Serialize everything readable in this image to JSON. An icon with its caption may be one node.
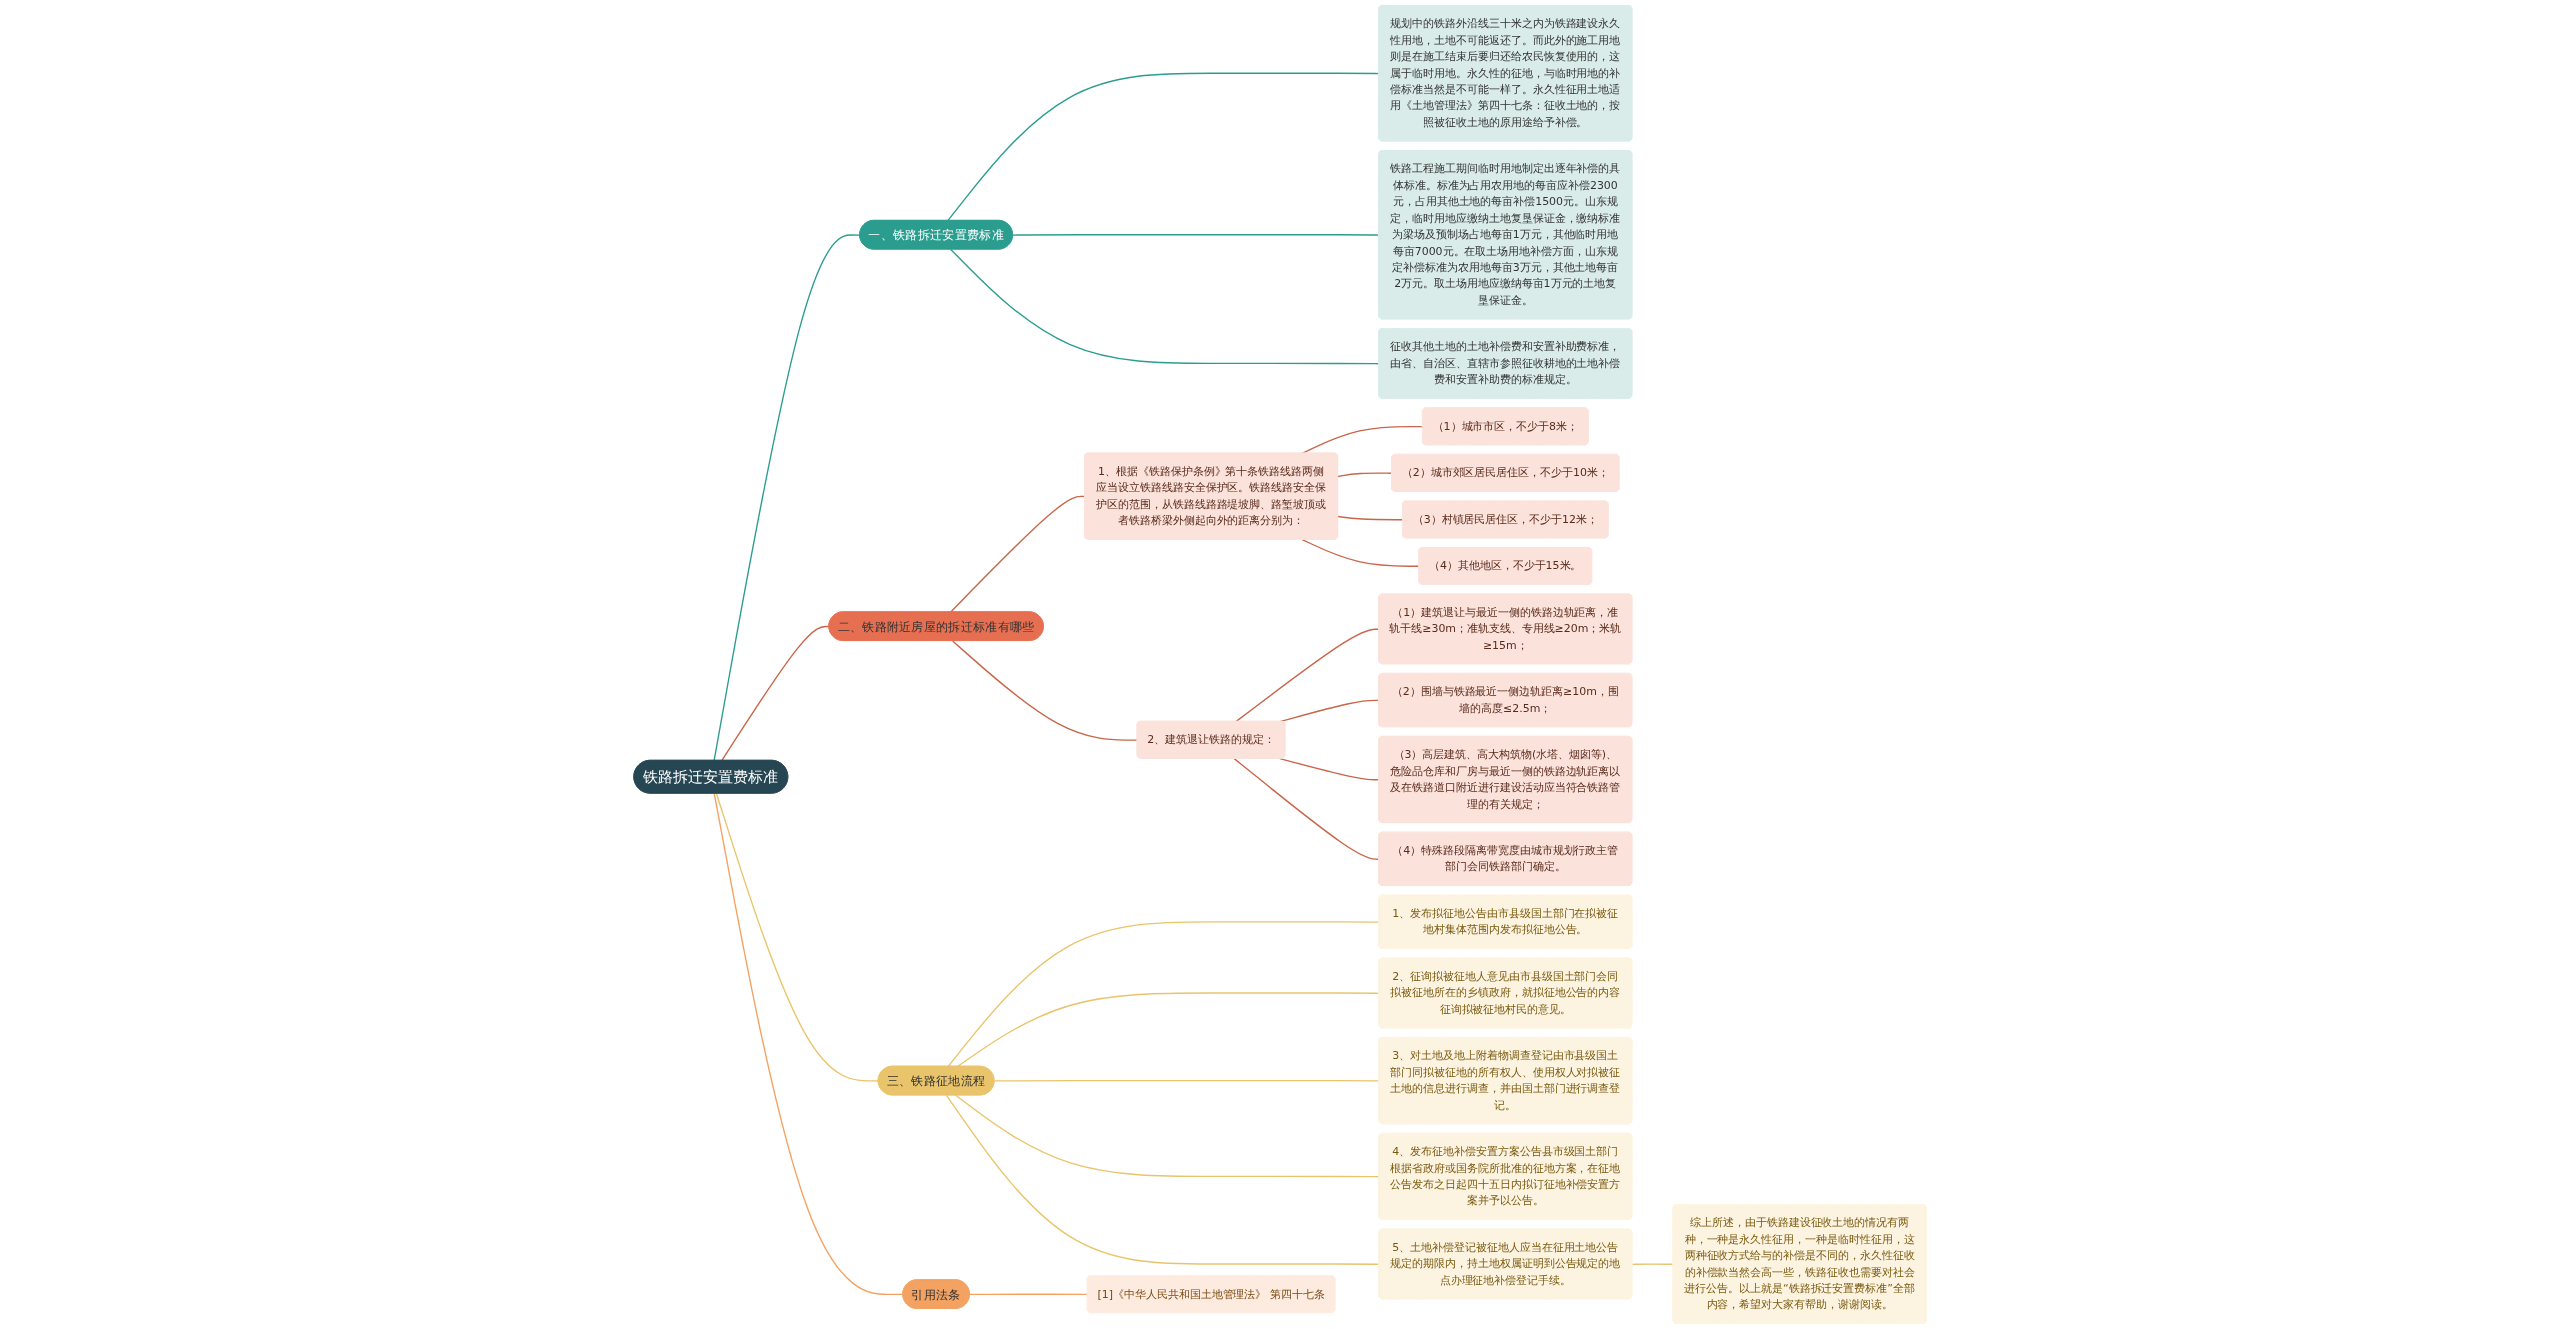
{
  "diagram": {
    "nodes": [
      {
        "text": [
          "铁路拆迁安置费标准"
        ]
      },
      {
        "text": [
          "一、铁路拆迁安置费标准"
        ]
      },
      {
        "text": [
          "规划中的铁路外沿线三十米之内为铁路建设永久性用地，土地不可能返还了。而此外的施工用地则是在施工结束后要归还给农民恢复使用的，这属于临时用地。永久性的征地，与临时用地的补偿标准当然是不可能一样了。永久性征用土地适用《土地管理法》第四十七条：征收土地的，按照被征收土地的原用途给予补偿。"
        ]
      },
      {
        "text": [
          "铁路工程施工期间临时用地制定出逐年补偿的具体标准。标准为占用农用地的每亩应补偿2300元，占用其他土地的每亩补偿1500元。山东规定，临时用地应缴纳土地复垦保证金，缴纳标准为梁场及预制场占地每亩1万元，其他临时用地每亩7000元。在取土场用地补偿方面，山东规定补偿标准为农用地每亩3万元，其他土地每亩2万元。取土场用地应缴纳每亩1万元的土地复垦保证金。"
        ]
      },
      {
        "text": [
          "征收其他土地的土地补偿费和安置补助费标准，由省、自治区、直辖市参照征收耕地的土地补偿费和安置补助费的标准规定。"
        ]
      },
      {
        "text": [
          "二、铁路附近房屋的拆迁标准有哪些"
        ]
      },
      {
        "text": [
          "1、根据《铁路保护条例》第十条铁路线路两侧应当设立铁路线路安全保护区。铁路线路安全保护区的范围，从铁路线路路堤坡脚、路堑坡顶或者铁路桥梁外侧起向外的距离分别为："
        ]
      },
      {
        "text": [
          "（1）城市市区，不少于8米；"
        ]
      },
      {
        "text": [
          "（2）城市郊区居民居住区，不少于10米；"
        ]
      },
      {
        "text": [
          "（3）村镇居民居住区，不少于12米；"
        ]
      },
      {
        "text": [
          "（4）其他地区，不少于15米。"
        ]
      },
      {
        "text": [
          "2、建筑退让铁路的规定："
        ]
      },
      {
        "text": [
          "（1）建筑退让与最近一侧的铁路边轨距离，准轨干线≥30m；准轨支线、专用线≥20m；米轨≥15m；"
        ]
      },
      {
        "text": [
          "（2）围墙与铁路最近一侧边轨距离≥10m，围墙的高度≤2.5m；"
        ]
      },
      {
        "text": [
          "（3）高层建筑、高大构筑物(水塔、烟囱等)、危险品仓库和厂房与最近一侧的铁路边轨距离以及在铁路道口附近进行建设活动应当符合铁路管理的有关规定；"
        ]
      },
      {
        "text": [
          "（4）特殊路段隔离带宽度由城市规划行政主管部门会同铁路部门确定。"
        ]
      },
      {
        "text": [
          "三、铁路征地流程"
        ]
      },
      {
        "text": [
          "1、发布拟征地公告由市县级国土部门在拟被征地村集体范围内发布拟征地公告。"
        ]
      },
      {
        "text": [
          "2、征询拟被征地人意见由市县级国土部门会同拟被征地所在的乡镇政府，就拟征地公告的内容征询拟被征地村民的意见。"
        ]
      },
      {
        "text": [
          "3、对土地及地上附着物调查登记由市县级国土部门同拟被征地的所有权人、使用权人对拟被征土地的信息进行调查，并由国土部门进行调查登记。"
        ]
      },
      {
        "text": [
          "4、发布征地补偿安置方案公告县市级国土部门根据省政府或国务院所批准的征地方案，在征地公告发布之日起四十五日内拟订征地补偿安置方案并予以公告。"
        ]
      },
      {
        "text": [
          "5、土地补偿登记被征地人应当在征用土地公告规定的期限内，持土地权属证明到公告规定的地点办理征地补偿登记手续。"
        ]
      },
      {
        "text": [
          "综上所述，由于铁路建设征收土地的情况有两种，一种是永久性征用，一种是临时性征用，这两种征收方式给与的补偿是不同的，永久性征收的补偿款当然会高一些，铁路征收也需要对社会进行公告。以上就是“铁路拆迁安置费标准”全部内容，希望对大家有帮助，谢谢阅读。"
        ]
      },
      {
        "text": [
          "引用法条"
        ]
      },
      {
        "text": [
          "[1]《中华人民共和国土地管理法》 第四十七条"
        ]
      }
    ],
    "edges": [
      {
        "from": 0,
        "to": 1,
        "arrow": "none",
        "color": "#2a9d8f"
      },
      {
        "from": 1,
        "to": 2,
        "arrow": "none",
        "color": "#2a9d8f"
      },
      {
        "from": 1,
        "to": 3,
        "arrow": "none",
        "color": "#2a9d8f"
      },
      {
        "from": 1,
        "to": 4,
        "arrow": "none",
        "color": "#2a9d8f"
      },
      {
        "from": 0,
        "to": 5,
        "arrow": "none"
      },
      {
        "from": 5,
        "to": 6,
        "arrow": "none"
      },
      {
        "from": 6,
        "to": 7,
        "arrow": "none"
      },
      {
        "from": 6,
        "to": 8,
        "arrow": "none"
      },
      {
        "from": 6,
        "to": 9,
        "arrow": "none"
      },
      {
        "from": 6,
        "to": 10,
        "arrow": "none"
      },
      {
        "from": 5,
        "to": 11,
        "arrow": "none"
      },
      {
        "from": 11,
        "to": 12,
        "arrow": "none"
      },
      {
        "from": 11,
        "to": 13,
        "arrow": "none"
      },
      {
        "from": 11,
        "to": 14,
        "arrow": "none"
      },
      {
        "from": 11,
        "to": 15,
        "arrow": "none"
      },
      {
        "from": 0,
        "to": 16,
        "arrow": "none",
        "color": "#e9c46a"
      },
      {
        "from": 16,
        "to": 17,
        "arrow": "none",
        "color": "#e9c46a"
      },
      {
        "from": 16,
        "to": 18,
        "arrow": "none",
        "color": "#e9c46a"
      },
      {
        "from": 16,
        "to": 19,
        "arrow": "none",
        "color": "#e9c46a"
      },
      {
        "from": 16,
        "to": 20,
        "arrow": "none",
        "color": "#e9c46a"
      },
      {
        "from": 16,
        "to": 21,
        "arrow": "none",
        "color": "#e9c46a"
      },
      {
        "from": 21,
        "to": 22,
        "arrow": "none",
        "color": "#e9c46a"
      },
      {
        "from": 0,
        "to": 23,
        "arrow": "none",
        "color": "#f4a261"
      },
      {
        "from": 23,
        "to": 24,
        "arrow": "none",
        "color": "#f4a261"
      }
    ]
  }
}
